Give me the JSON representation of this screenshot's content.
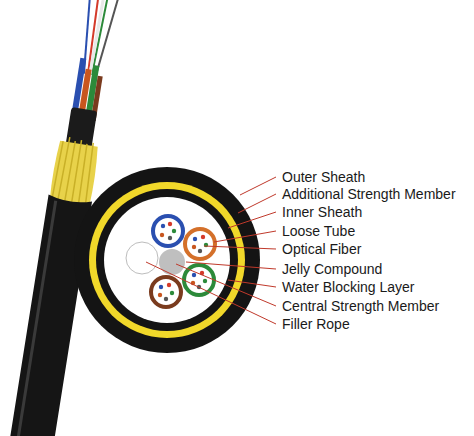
{
  "diagram": {
    "labels": [
      "Outer Sheath",
      "Additional Strength Member",
      "Inner Sheath",
      "Loose Tube",
      "Optical Fiber",
      "Jelly Compound",
      "Water Blocking Layer",
      "Central Strength Member",
      "Filler Rope"
    ]
  }
}
